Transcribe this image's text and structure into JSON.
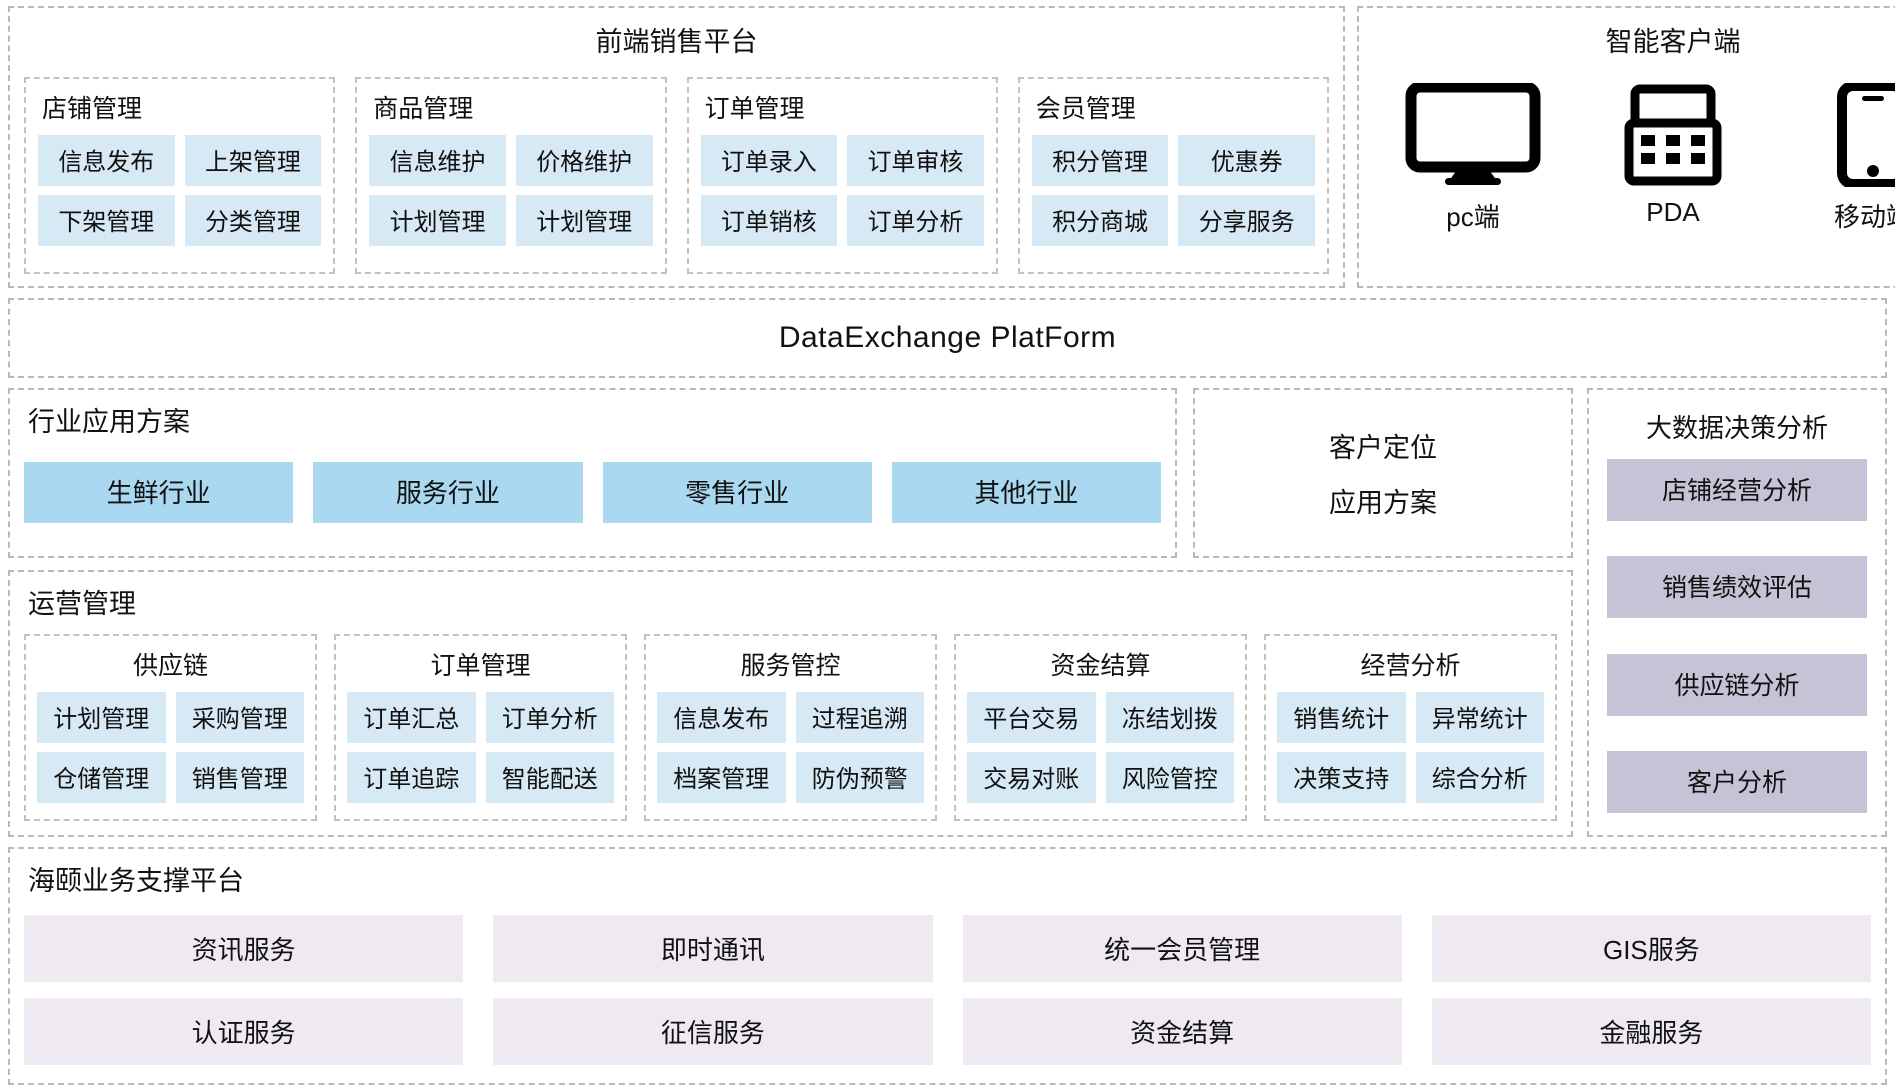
{
  "frontend": {
    "title": "前端销售平台",
    "groups": [
      {
        "title": "店铺管理",
        "items": [
          "信息发布",
          "上架管理",
          "下架管理",
          "分类管理"
        ]
      },
      {
        "title": "商品管理",
        "items": [
          "信息维护",
          "价格维护",
          "计划管理",
          "计划管理"
        ]
      },
      {
        "title": "订单管理",
        "items": [
          "订单录入",
          "订单审核",
          "订单销核",
          "订单分析"
        ]
      },
      {
        "title": "会员管理",
        "items": [
          "积分管理",
          "优惠券",
          "积分商城",
          "分享服务"
        ]
      }
    ]
  },
  "client": {
    "title": "智能客户端",
    "devices": [
      {
        "icon": "monitor-icon",
        "label": "pc端"
      },
      {
        "icon": "pda-icon",
        "label": "PDA"
      },
      {
        "icon": "mobile-icon",
        "label": "移动端"
      }
    ]
  },
  "exchange": {
    "title": "DataExchange  PlatForm"
  },
  "industry": {
    "title": "行业应用方案",
    "items": [
      "生鲜行业",
      "服务行业",
      "零售行业",
      "其他行业"
    ]
  },
  "locate": {
    "line1": "客户定位",
    "line2": "应用方案"
  },
  "bigdata": {
    "title": "大数据决策分析",
    "items": [
      "店铺经营分析",
      "销售绩效评估",
      "供应链分析",
      "客户分析"
    ]
  },
  "operations": {
    "title": "运营管理",
    "groups": [
      {
        "title": "供应链",
        "items": [
          "计划管理",
          "采购管理",
          "仓储管理",
          "销售管理"
        ]
      },
      {
        "title": "订单管理",
        "items": [
          "订单汇总",
          "订单分析",
          "订单追踪",
          "智能配送"
        ]
      },
      {
        "title": "服务管控",
        "items": [
          "信息发布",
          "过程追溯",
          "档案管理",
          "防伪预警"
        ]
      },
      {
        "title": "资金结算",
        "items": [
          "平台交易",
          "冻结划拨",
          "交易对账",
          "风险管控"
        ]
      },
      {
        "title": "经营分析",
        "items": [
          "销售统计",
          "异常统计",
          "决策支持",
          "综合分析"
        ]
      }
    ]
  },
  "support": {
    "title": "海颐业务支撑平台",
    "items": [
      "资讯服务",
      "即时通讯",
      "统一会员管理",
      "GIS服务",
      "认证服务",
      "征信服务",
      "资金结算",
      "金融服务"
    ]
  },
  "colors": {
    "chip_blue": "#d6e9f4",
    "industry_blue": "#a9d8f0",
    "bigdata_purple": "#c7c3d6",
    "support_lilac": "#efeaf2",
    "border_dash": "#b9b9b9"
  }
}
